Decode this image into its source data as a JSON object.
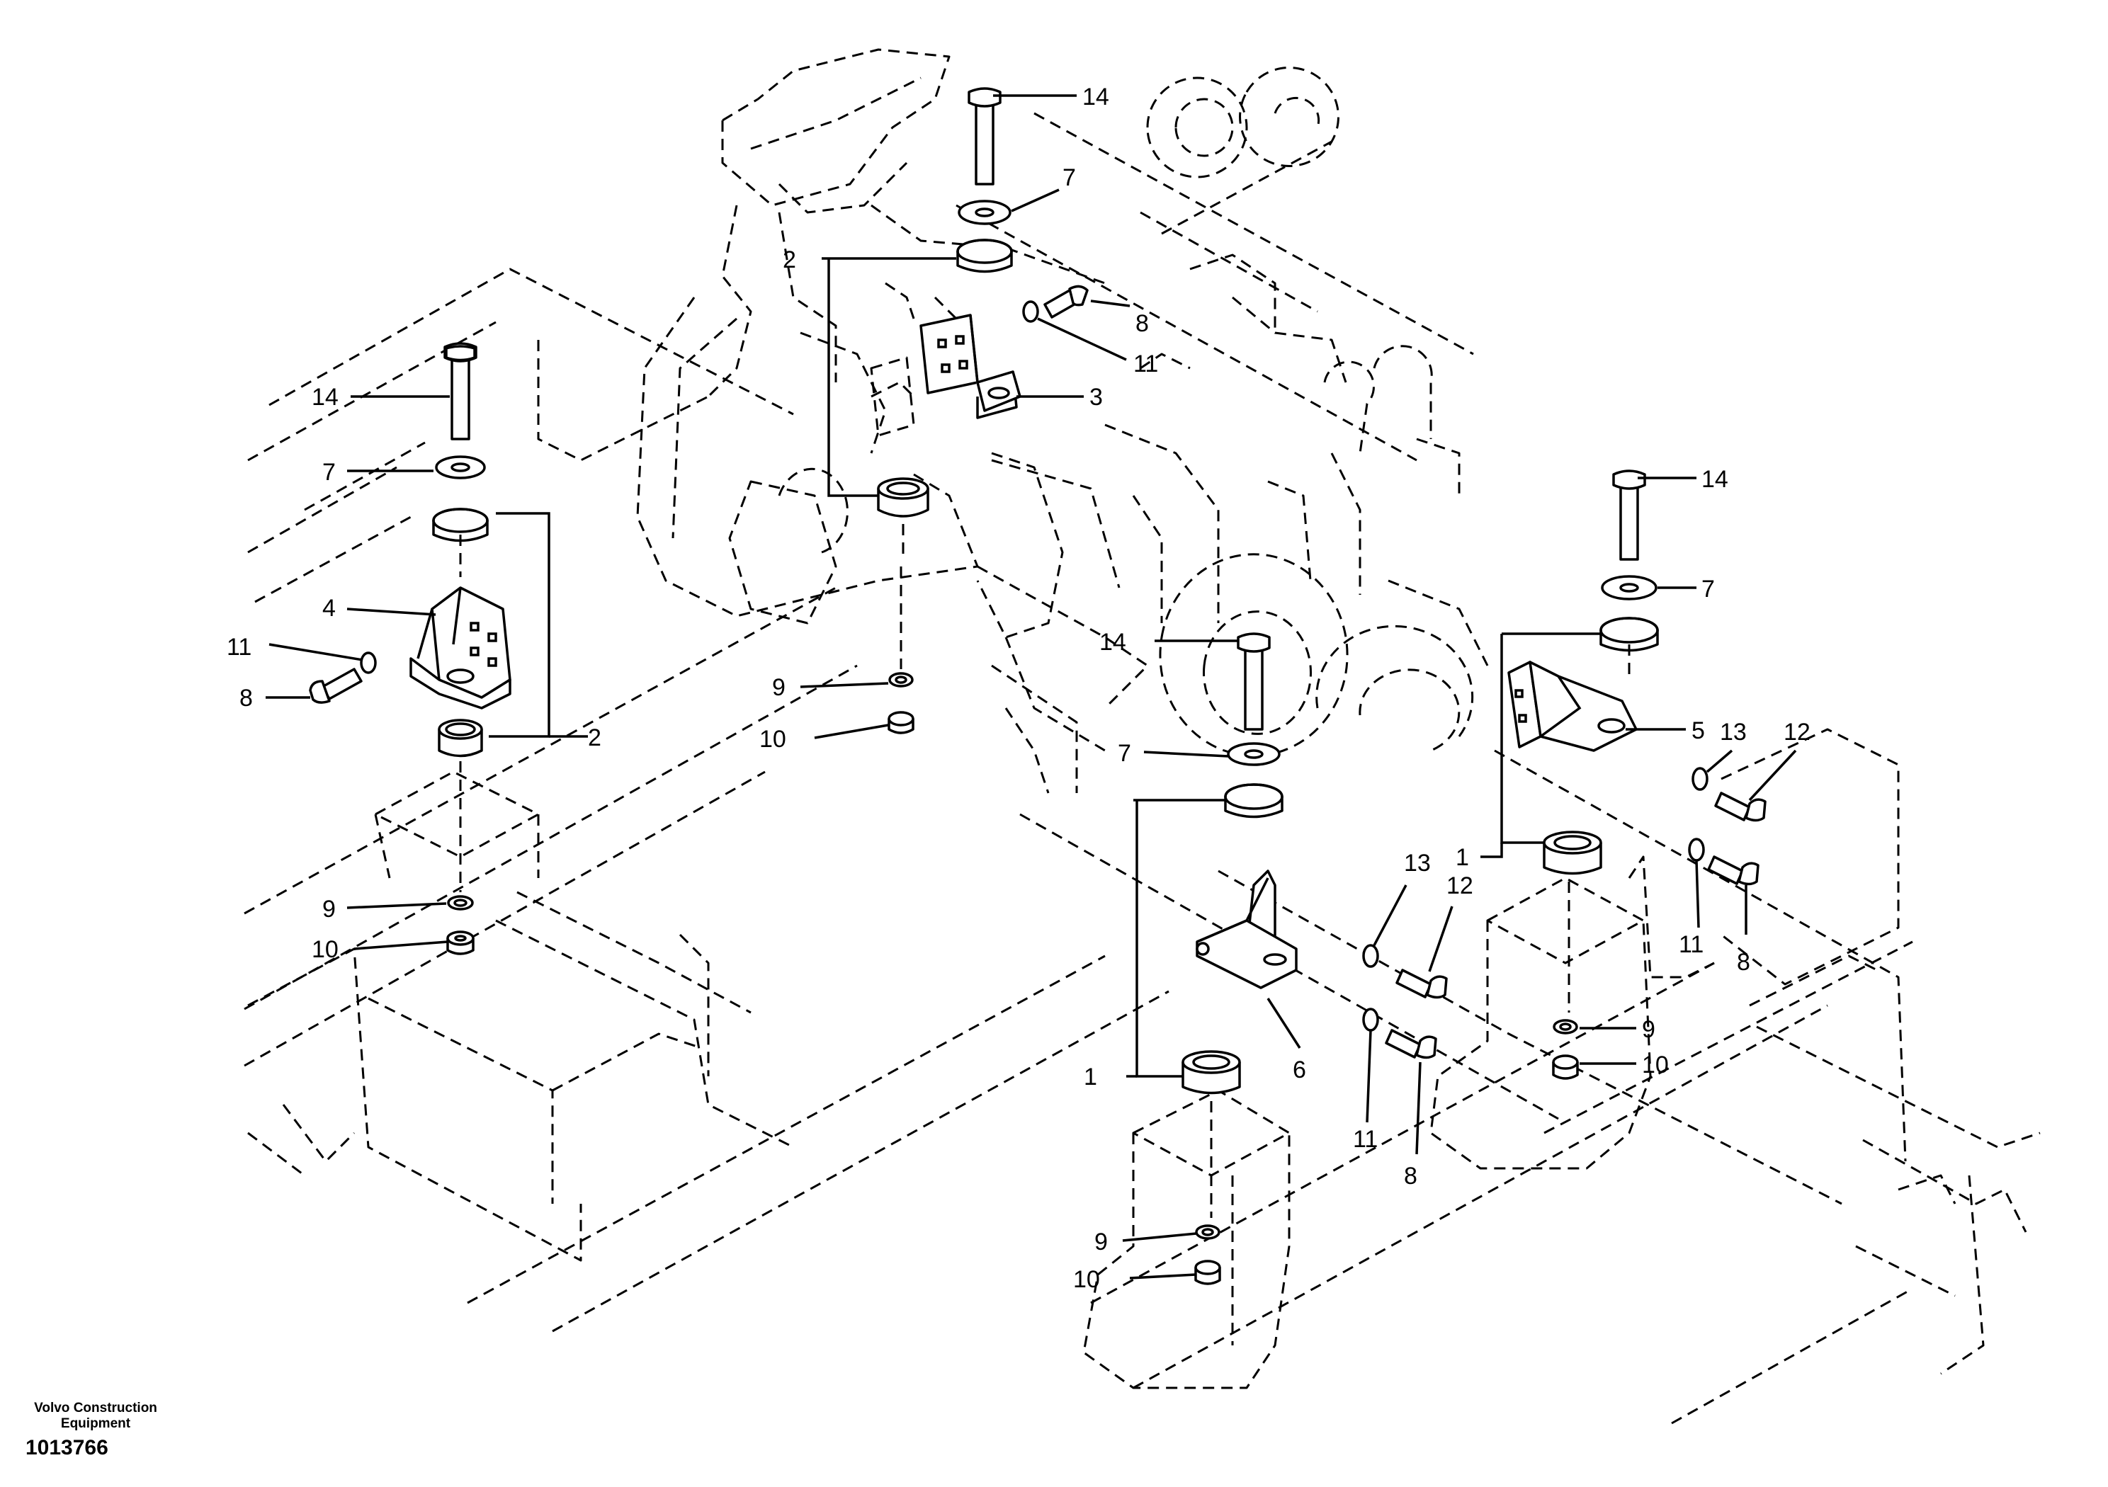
{
  "figure": {
    "kind": "exploded parts diagram",
    "callouts": {
      "c1a": "1",
      "c1b": "1",
      "c2a": "2",
      "c2b": "2",
      "c3": "3",
      "c4": "4",
      "c5": "5",
      "c6": "6",
      "c7a": "7",
      "c7b": "7",
      "c7c": "7",
      "c7d": "7",
      "c8a": "8",
      "c8b": "8",
      "c8c": "8",
      "c8d": "8",
      "c9a": "9",
      "c9b": "9",
      "c9c": "9",
      "c9d": "9",
      "c10a": "10",
      "c10b": "10",
      "c10c": "10",
      "c10d": "10",
      "c11a": "11",
      "c11b": "11",
      "c11c": "11",
      "c11d": "11",
      "c12a": "12",
      "c12b": "12",
      "c13a": "13",
      "c13b": "13",
      "c14a": "14",
      "c14b": "14",
      "c14c": "14",
      "c14d": "14"
    }
  },
  "footer": {
    "brand": "Volvo Construction Equipment",
    "drawing_number": "1013766"
  }
}
